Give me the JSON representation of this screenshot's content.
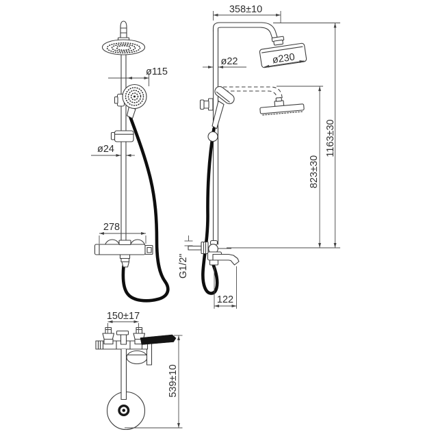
{
  "page": {
    "background": "#ffffff"
  },
  "drawing": {
    "subject": "shower column technical drawing with front, side and top views",
    "colors": {
      "line": "#3c3c3c",
      "dimension": "#4a4a4a",
      "text": "#2d2d2d",
      "hose": "#0e0e0e",
      "background": "#ffffff"
    },
    "views": {
      "front": {
        "labels": {
          "handshower_diameter": "ø115",
          "bar_diameter": "ø24",
          "mixer_width": "278"
        }
      },
      "side": {
        "labels": {
          "arm_projection": "358±10",
          "riser_diameter": "ø22",
          "head_diameter": "ø230",
          "height_lowered": "823±30",
          "height_raised": "1163±30",
          "spout_projection": "122",
          "connection_thread": "G1/2\""
        }
      },
      "top": {
        "labels": {
          "handle_spacing": "150±17",
          "wall_clearance": "539±10"
        }
      }
    }
  }
}
